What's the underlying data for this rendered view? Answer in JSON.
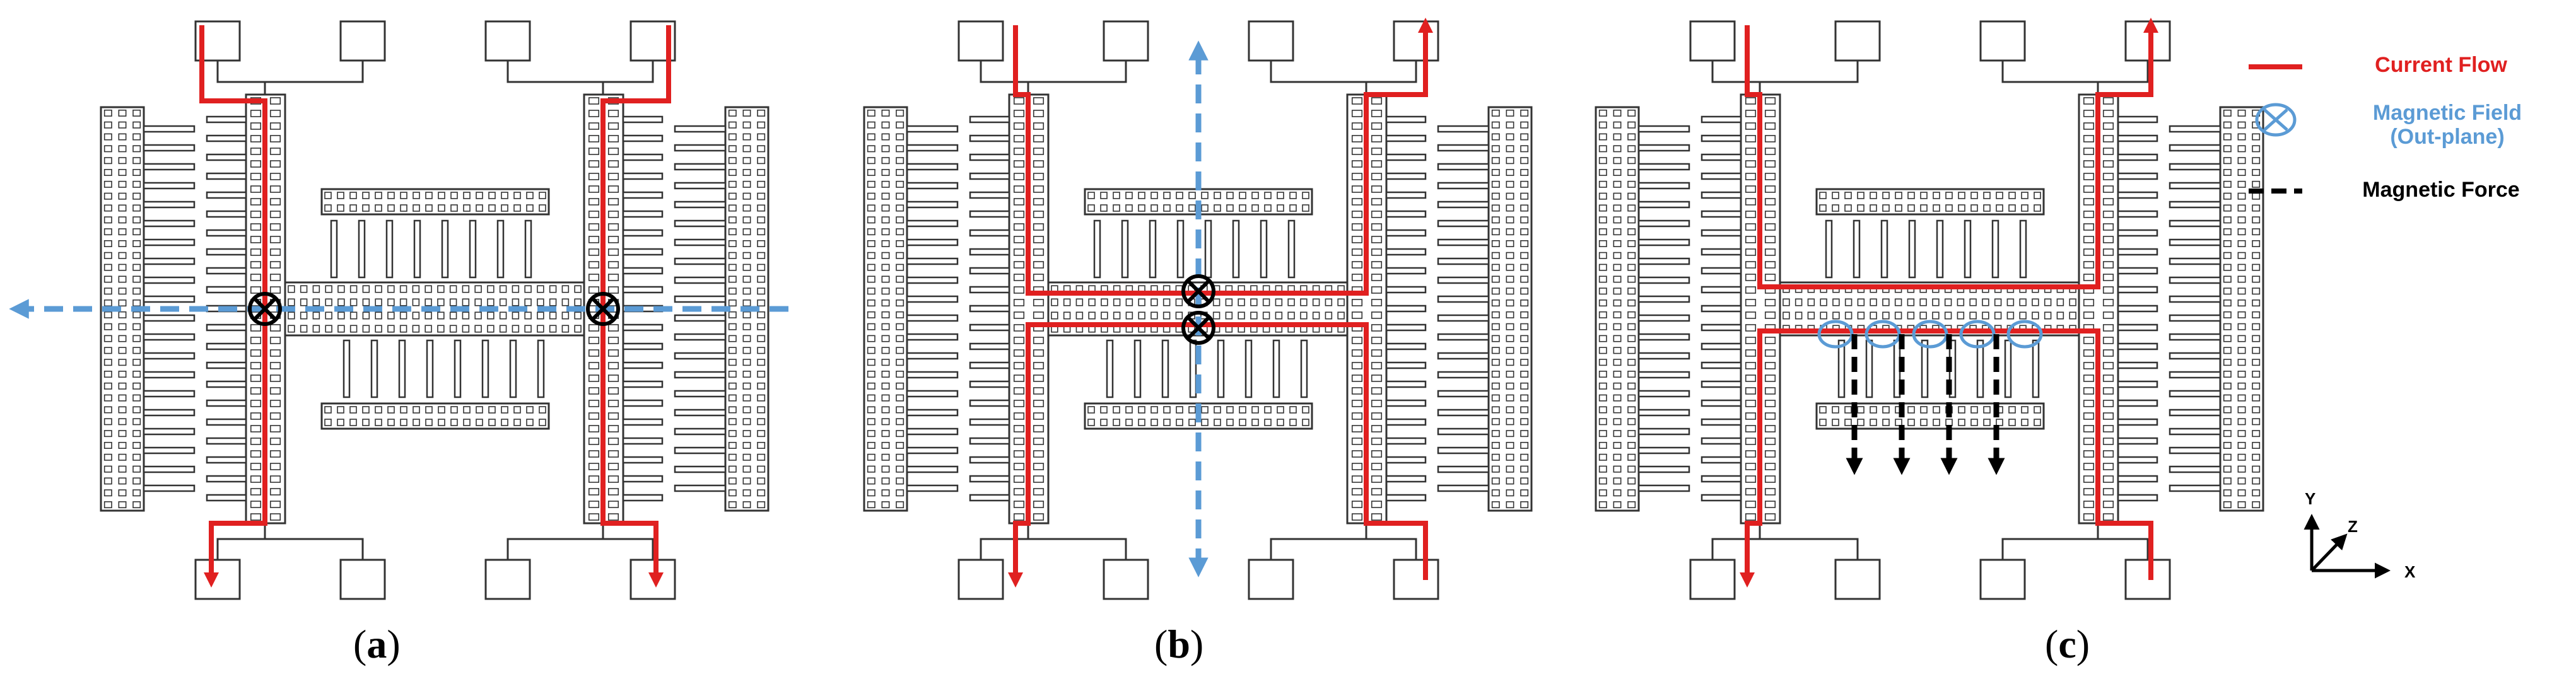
{
  "panels": [
    {
      "label_open": "(",
      "label_letter": "a",
      "label_close": ")"
    },
    {
      "label_open": "(",
      "label_letter": "b",
      "label_close": ")"
    },
    {
      "label_open": "(",
      "label_letter": "c",
      "label_close": ")"
    }
  ],
  "legend": {
    "current_flow": "Current Flow",
    "magnetic_field_line1": "Magnetic Field",
    "magnetic_field_line2": "(Out-plane)",
    "magnetic_force": "Magnetic Force"
  },
  "axes": {
    "y": "Y",
    "z": "Z",
    "x": "X"
  },
  "colors": {
    "current": "#e02020",
    "field": "#5b9bd5",
    "force": "#000000",
    "structure": "#333333"
  },
  "icons": {
    "field_marker": "circled-times-icon",
    "current_arrow": "red-arrow-icon",
    "force_arrow": "black-down-arrow-icon"
  }
}
